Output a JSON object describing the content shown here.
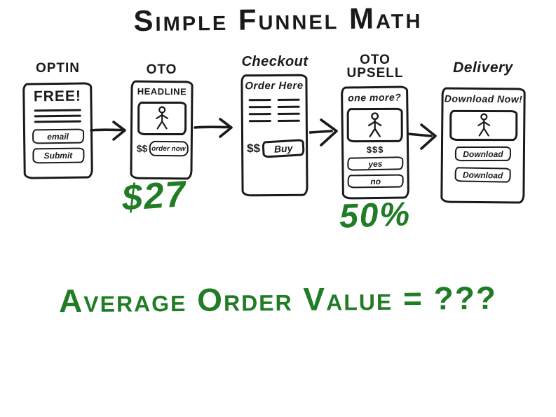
{
  "title": "Simple Funnel Math",
  "colors": {
    "ink": "#1a1a1a",
    "green": "#217c26",
    "background": "#ffffff"
  },
  "icons": {
    "video_placeholder": "stick-figure-icon",
    "flow_connector": "right-arrow-icon"
  },
  "funnel": {
    "stages": [
      {
        "label": "OPTIN",
        "page": {
          "heading": "FREE!",
          "text_lines": 3,
          "email_field": "email",
          "submit_button": "Submit"
        },
        "annotation": ""
      },
      {
        "label": "OTO",
        "page": {
          "heading": "HEADLINE",
          "price": "$$",
          "order_button": "order now"
        },
        "annotation": "$27"
      },
      {
        "label": "Checkout",
        "page": {
          "heading": "Order Here",
          "text_columns": 2,
          "lines_per_column": 4,
          "price": "$$",
          "buy_button": "Buy"
        },
        "annotation": ""
      },
      {
        "label": "OTO UPSELL",
        "page": {
          "heading": "one more?",
          "price": "$$$",
          "yes_button": "yes",
          "no_button": "no"
        },
        "annotation": "50%"
      },
      {
        "label": "Delivery",
        "page": {
          "heading": "Download Now!",
          "download_buttons": [
            "Download",
            "Download"
          ]
        },
        "annotation": ""
      }
    ]
  },
  "footer": {
    "formula": "Average Order Value = ???"
  }
}
